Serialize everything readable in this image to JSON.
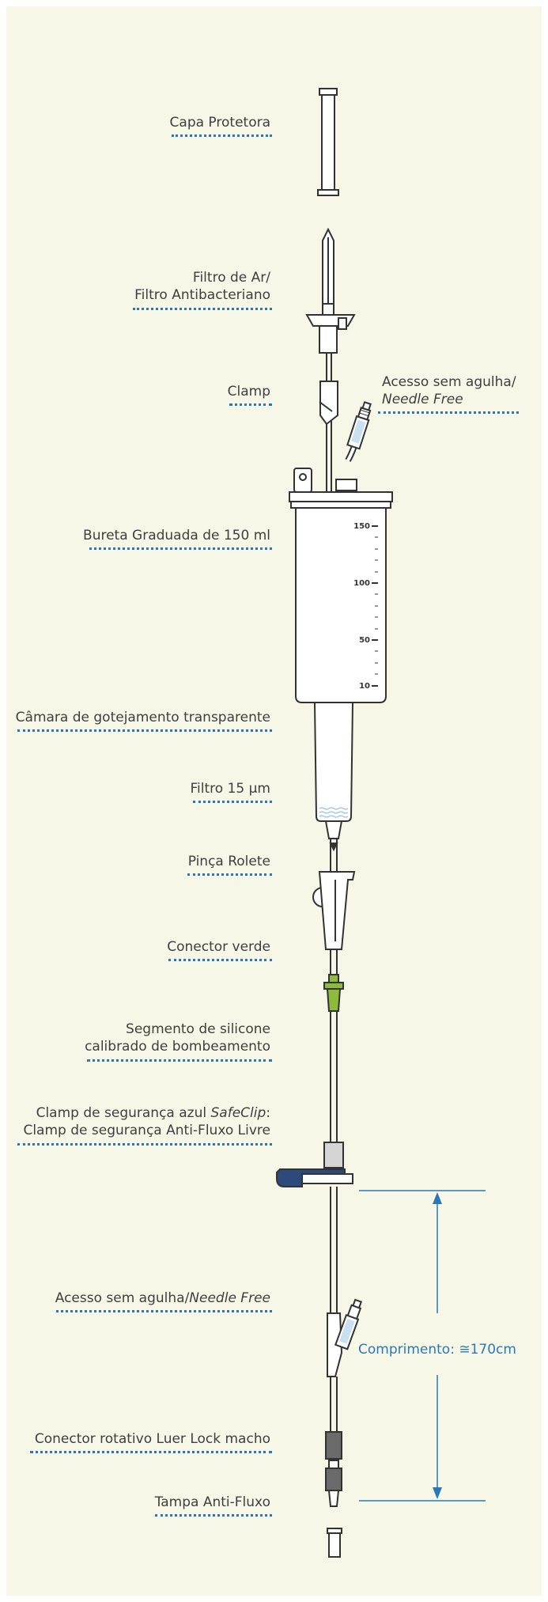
{
  "labels": {
    "protective_cap": "Capa Protetora",
    "air_filter_1": "Filtro de Ar/",
    "air_filter_2": "Filtro Antibacteriano",
    "clamp": "Clamp",
    "needle_free_top_1": "Acesso sem agulha/",
    "needle_free_top_2": "Needle Free",
    "burette": "Bureta Graduada de 150 ml",
    "drip_chamber": "Câmara de gotejamento transparente",
    "filter": "Filtro 15 µm",
    "roller_clamp": "Pinça Rolete",
    "green_connector": "Conector verde",
    "silicone_1": "Segmento de silicone",
    "silicone_2": "calibrado de bombeamento",
    "safeclip_1a": "Clamp de segurança azul ",
    "safeclip_1b": "SafeClip",
    "safeclip_1c": ":",
    "safeclip_2": "Clamp de segurança Anti-Fluxo Livre",
    "needle_free_bottom_a": "Acesso sem agulha/",
    "needle_free_bottom_b": "Needle Free",
    "luer_lock": "Conector rotativo Luer Lock macho",
    "anti_flow_cap": "Tampa Anti-Fluxo"
  },
  "burette_scale": [
    "150",
    "100",
    "50",
    "10"
  ],
  "length_measure": "Comprimento: ≅170cm",
  "colors": {
    "background": "#f6f7e7",
    "accent_blue": "#2a78b8",
    "clip_blue": "#2c4a7c",
    "connector_green": "#8dbb3c",
    "label_text": "#3f3f3f"
  }
}
